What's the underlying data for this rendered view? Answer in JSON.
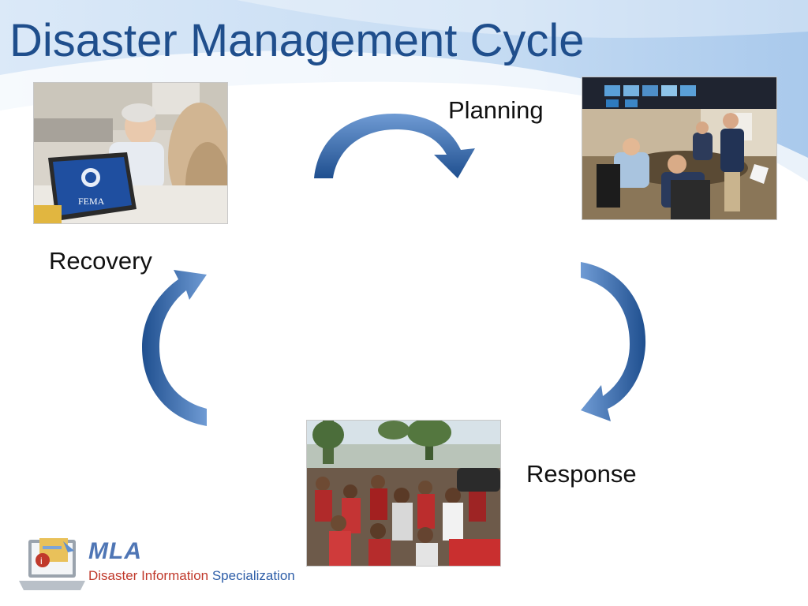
{
  "slide": {
    "title": "Disaster Management Cycle"
  },
  "cycle": {
    "planning_label": "Planning",
    "response_label": "Response",
    "recovery_label": "Recovery"
  },
  "photos": {
    "recovery_laptop_text": "FEMA"
  },
  "logo": {
    "org": "MLA",
    "program_part1": "Disaster Information",
    "program_part2": " Specialization"
  },
  "colors": {
    "title": "#1f4e8c",
    "arrow": "#3a6fb5",
    "arrow_dark": "#1f4f8f"
  }
}
